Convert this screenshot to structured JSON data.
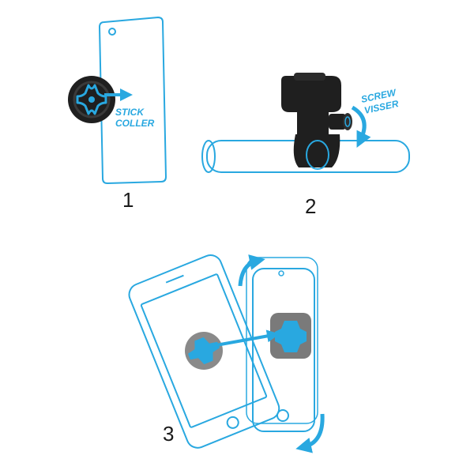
{
  "colors": {
    "accent": "#29a8e0",
    "mount_dark": "#1f1f1f",
    "mount_grey": "#8a8a8a",
    "outline": "#29a8e0",
    "text": "#1a1a1a"
  },
  "steps": [
    {
      "number": "1",
      "labels": [
        "STICK",
        "COLLER"
      ],
      "icons": [
        "phone-outline-icon",
        "adhesive-mount-icon",
        "arrow-right-icon"
      ]
    },
    {
      "number": "2",
      "labels": [
        "SCREW",
        "VISSER"
      ],
      "icons": [
        "handlebar-icon",
        "clamp-mount-icon",
        "rotate-arrow-icon"
      ]
    },
    {
      "number": "3",
      "labels": [],
      "icons": [
        "tilted-phone-icon",
        "upright-phone-icon",
        "twist-lock-arrows-icon"
      ]
    }
  ]
}
